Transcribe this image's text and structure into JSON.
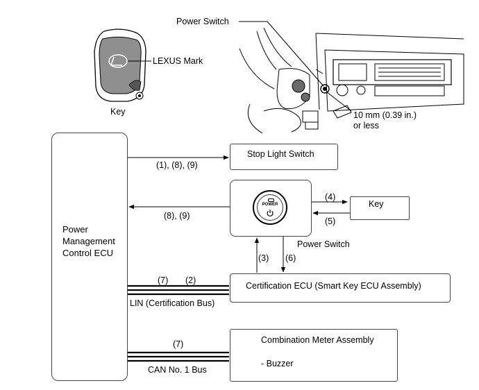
{
  "illustration": {
    "key_label": "Key",
    "lexus_mark_label": "LEXUS Mark",
    "power_switch_label": "Power Switch",
    "distance_label_line1": "10 mm (0.39 in.)",
    "distance_label_line2": "or less"
  },
  "blocks": {
    "ecu_line1": "Power",
    "ecu_line2": "Management",
    "ecu_line3": "Control ECU",
    "stop_light_switch": "Stop Light Switch",
    "key": "Key",
    "power_button_text": "POWER",
    "power_switch_caption": "Power Switch",
    "certification_ecu": "Certification ECU (Smart Key ECU Assembly)",
    "combination_meter": "Combination Meter Assembly",
    "buzzer": "- Buzzer"
  },
  "signals": {
    "to_stop_light": "(1), (8), (9)",
    "from_power_switch": "(8), (9)",
    "to_key": "(4)",
    "from_key": "(5)",
    "up_to_switch": "(3)",
    "down_to_cert": "(6)",
    "lin_signal_a": "(7)",
    "lin_signal_b": "(2)",
    "can_signal": "(7)"
  },
  "buses": {
    "lin": "LIN (Certification Bus)",
    "can": "CAN No. 1 Bus"
  }
}
